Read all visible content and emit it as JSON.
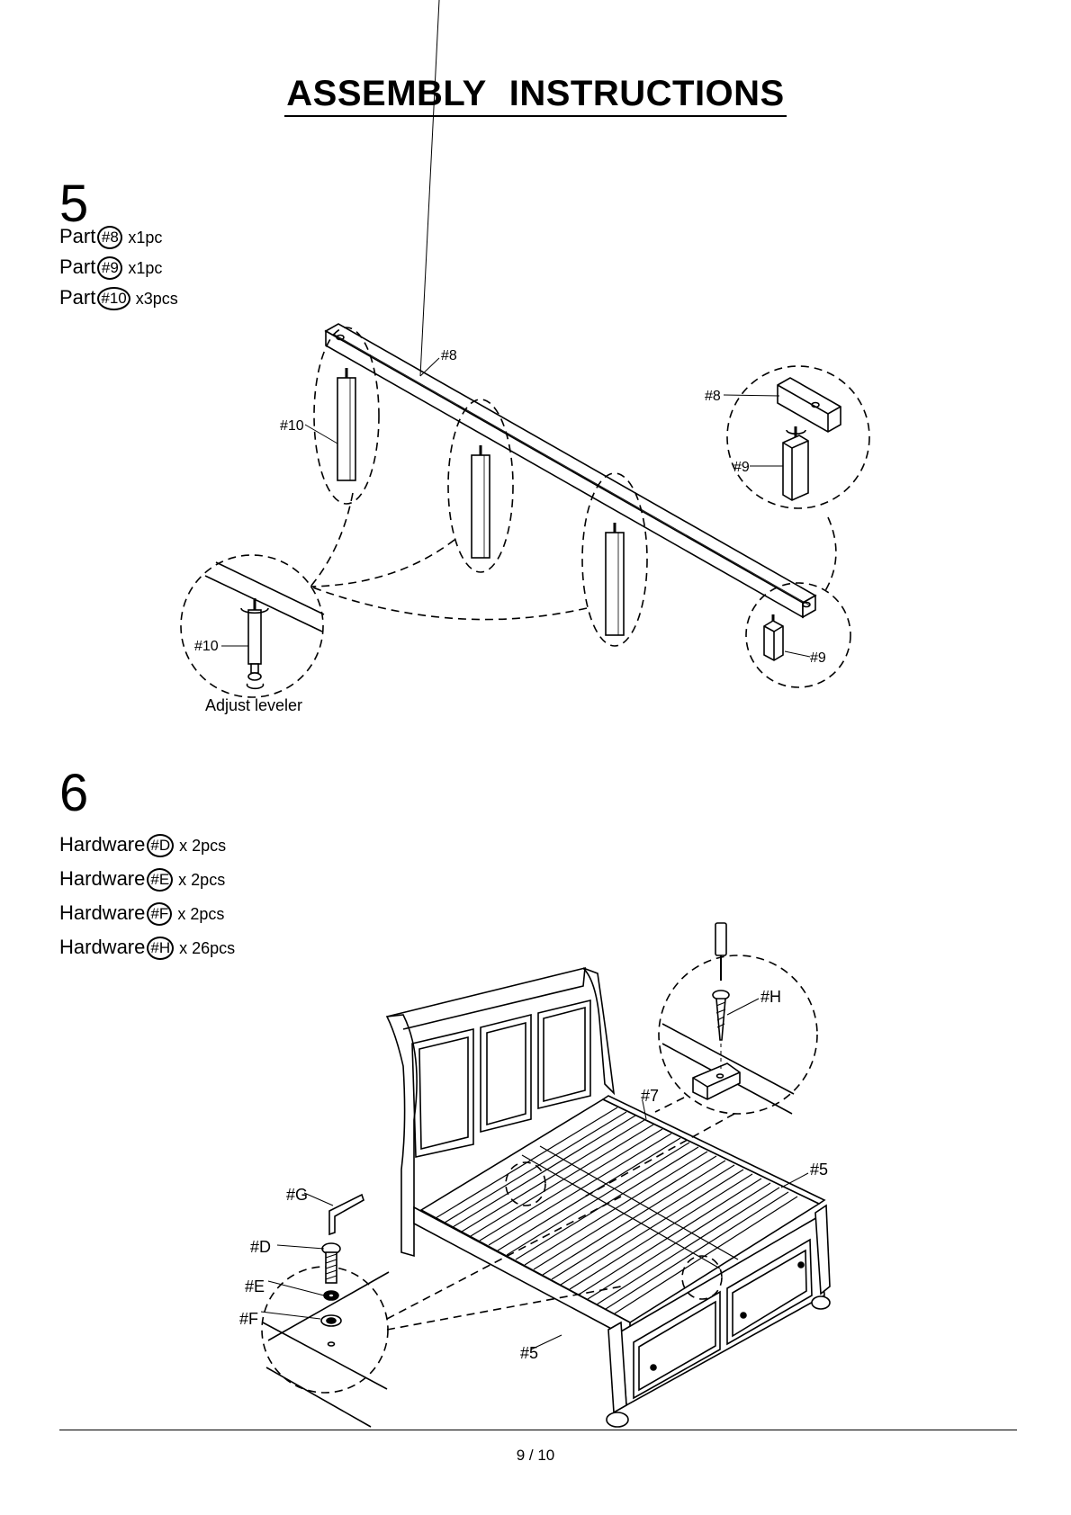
{
  "title": "ASSEMBLY  INSTRUCTIONS",
  "step5": {
    "number": "5",
    "parts": [
      {
        "label": "Part",
        "code": "#8",
        "qty": "x1pc"
      },
      {
        "label": "Part",
        "code": "#9",
        "qty": "x1pc"
      },
      {
        "label": "Part",
        "code": "#10",
        "qty": "x3pcs"
      }
    ],
    "callouts": {
      "p8": "#8",
      "p9": "#9",
      "p10": "#10"
    },
    "caption": "Adjust leveler"
  },
  "step6": {
    "number": "6",
    "hardware": [
      {
        "label": "Hardware",
        "code": "#D",
        "qty": "x 2pcs"
      },
      {
        "label": "Hardware",
        "code": "#E",
        "qty": "x 2pcs"
      },
      {
        "label": "Hardware",
        "code": "#F",
        "qty": "x 2pcs"
      },
      {
        "label": "Hardware",
        "code": "#H",
        "qty": "x 26pcs"
      }
    ],
    "callouts": {
      "h": "#H",
      "p7": "#7",
      "p5": "#5",
      "g": "#G",
      "d": "#D",
      "e": "#E",
      "f": "#F"
    }
  },
  "page": "9 / 10"
}
